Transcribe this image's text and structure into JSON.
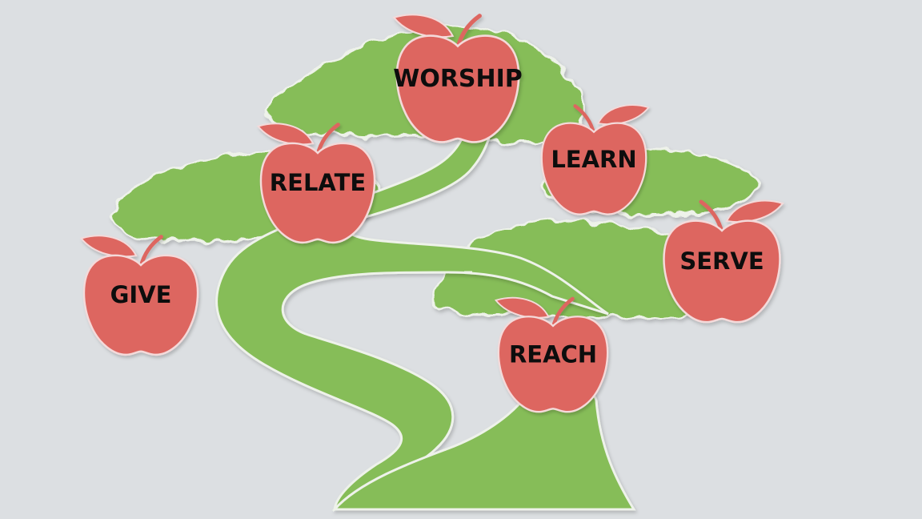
{
  "colors": {
    "background": "#dcdfe2",
    "foliage": "#86bd58",
    "trunk": "#86bd58",
    "outline": "#eef2ea",
    "apple": "#dd6660",
    "apple_outline": "#f4dada",
    "stem": "#dd6660",
    "label": "#111111"
  },
  "apples": [
    {
      "key": "worship",
      "label": "WORSHIP"
    },
    {
      "key": "relate",
      "label": "RELATE"
    },
    {
      "key": "learn",
      "label": "LEARN"
    },
    {
      "key": "give",
      "label": "GIVE"
    },
    {
      "key": "serve",
      "label": "SERVE"
    },
    {
      "key": "reach",
      "label": "REACH"
    }
  ]
}
